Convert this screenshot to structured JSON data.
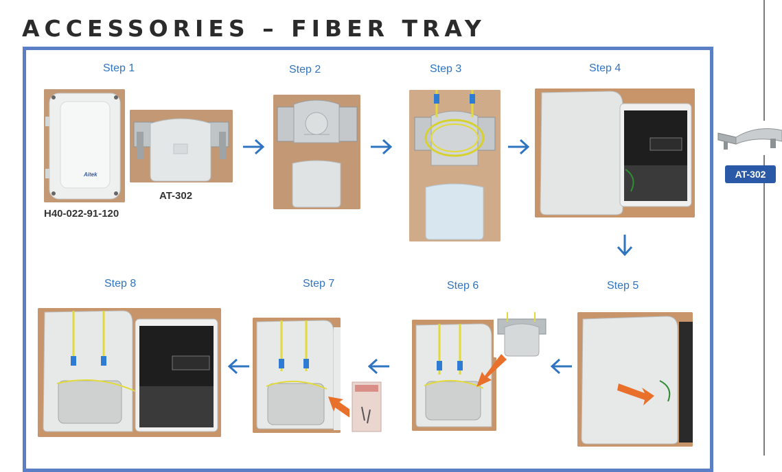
{
  "title": "ACCESSORIES – FIBER TRAY",
  "steps": {
    "s1": "Step 1",
    "s2": "Step 2",
    "s3": "Step 3",
    "s4": "Step 4",
    "s5": "Step 5",
    "s6": "Step 6",
    "s7": "Step 7",
    "s8": "Step 8"
  },
  "captions": {
    "enclosure": "H40-022-91-120",
    "tray": "AT-302"
  },
  "side_tag": "AT-302",
  "logo_text": "Aitek",
  "colors": {
    "frame_border": "#5b7fc6",
    "step_label": "#2f74c0",
    "flow_arrow": "#2f74c0",
    "tag_bg": "#2a59a7",
    "pointer_arrow": "#e8702a"
  }
}
